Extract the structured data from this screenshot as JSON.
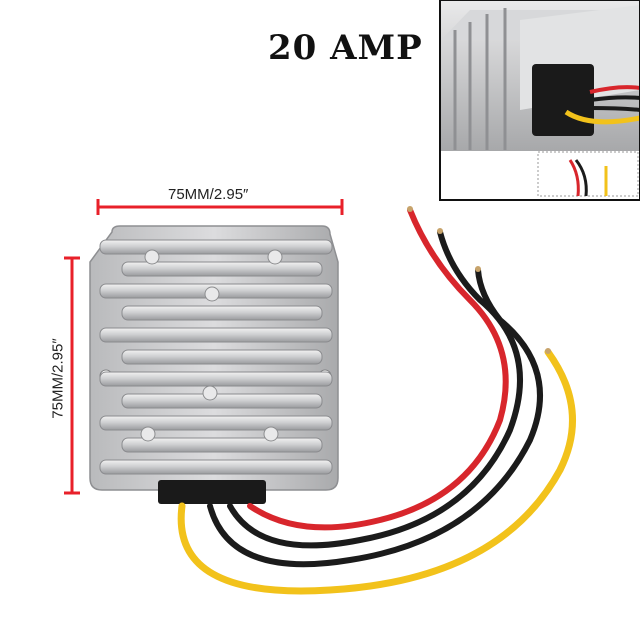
{
  "title": "20 AMP",
  "dimensions": {
    "width_label": "75MM/2.95″",
    "height_label": "75MM/2.95″"
  },
  "colors": {
    "dimension_line": "#e8202a",
    "housing": "#c9cacc",
    "wire_red": "#d8262c",
    "wire_black": "#1b1b1b",
    "wire_yellow": "#f2c21b"
  }
}
